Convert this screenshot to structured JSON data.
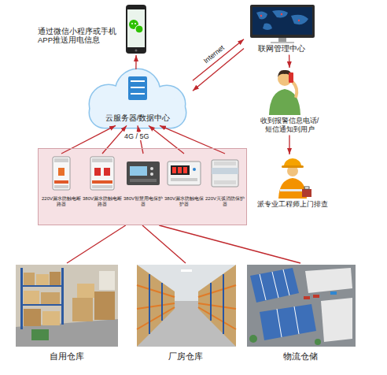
{
  "diagram": {
    "nodes": [
      {
        "text": [
          "通过微信小程序或手机APP推送用电信息"
        ]
      },
      {
        "text": [
          "联网管理中心"
        ]
      },
      {
        "text": [
          "云服务器/数据中心"
        ]
      },
      {
        "text": [
          "收到报警信息电话/短信通知到用户"
        ]
      },
      {
        "text": []
      },
      {
        "text": [
          "220V漏水防触电断路器"
        ],
        "in": 4
      },
      {
        "text": [
          "380V漏水防触电断路器"
        ],
        "in": 4
      },
      {
        "text": [
          "380V智慧用电保护器"
        ],
        "in": 4
      },
      {
        "text": [
          "380V漏水防触电保护器"
        ],
        "in": 4
      },
      {
        "text": [
          "220V灭弧消防保护器"
        ],
        "in": 4
      },
      {
        "text": [
          "派专业工程师上门排查"
        ]
      },
      {
        "text": [
          "自用仓库"
        ]
      },
      {
        "text": [
          "厂房仓库"
        ]
      },
      {
        "text": [
          "物流仓储"
        ]
      }
    ],
    "edges": [
      {
        "from": 2,
        "to": 0,
        "arrow": "to"
      },
      {
        "from": 2,
        "to": 1,
        "label": "Internet",
        "arrow": "to"
      },
      {
        "from": 1,
        "to": 2,
        "arrow": "to"
      },
      {
        "from": 1,
        "to": 3,
        "arrow": "to"
      },
      {
        "from": 3,
        "to": 10,
        "arrow": "to"
      },
      {
        "from": 5,
        "to": 2,
        "arrow": "to"
      },
      {
        "from": 6,
        "to": 2,
        "arrow": "to"
      },
      {
        "from": 7,
        "to": 2,
        "arrow": "to"
      },
      {
        "from": 8,
        "to": 2,
        "arrow": "to"
      },
      {
        "from": 9,
        "to": 2,
        "arrow": "to"
      },
      {
        "from": 11,
        "to": 4,
        "arrow": "none"
      },
      {
        "from": 12,
        "to": 4,
        "arrow": "none"
      },
      {
        "from": 13,
        "to": 4,
        "arrow": "none"
      }
    ],
    "labels": [
      "4G / 5G"
    ]
  }
}
